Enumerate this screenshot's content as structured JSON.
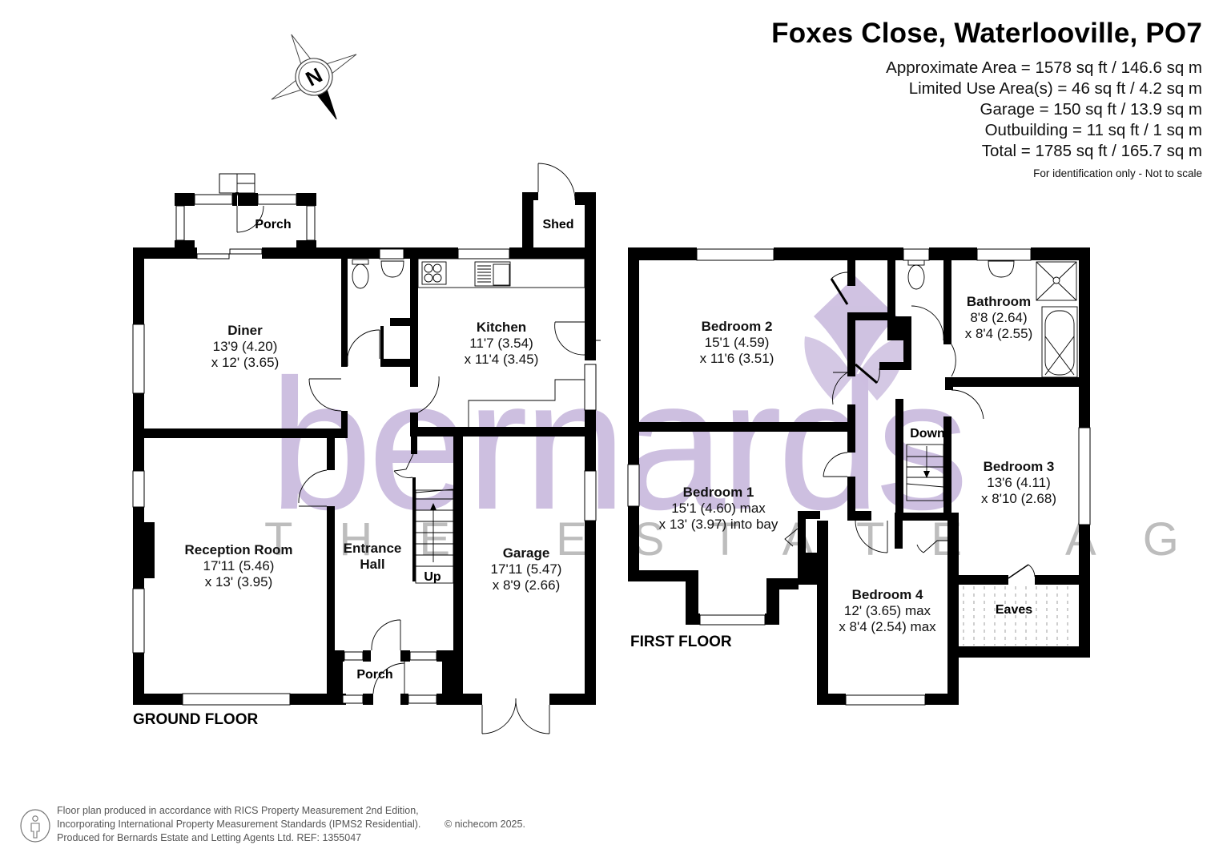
{
  "header": {
    "title": "Foxes Close, Waterlooville, PO7",
    "areas": [
      "Approximate Area = 1578 sq ft / 146.6 sq m",
      "Limited Use Area(s) = 46 sq ft / 4.2 sq m",
      "Garage = 150 sq ft / 13.9 sq m",
      "Outbuilding = 11 sq ft / 1 sq m",
      "Total = 1785 sq ft / 165.7 sq m"
    ],
    "note": "For identification only - Not to scale"
  },
  "compass": {
    "icon": "north-compass-icon",
    "label": "N"
  },
  "watermark": {
    "brand": "bernards",
    "tagline": "THE ESTATE AGENTS",
    "color": "#cdbfe0"
  },
  "ground_floor": {
    "label": "GROUND FLOOR",
    "rooms": {
      "porch_rear": {
        "name": "Porch"
      },
      "shed": {
        "name": "Shed"
      },
      "diner": {
        "name": "Diner",
        "dim1": "13'9 (4.20)",
        "dim2": "x 12' (3.65)"
      },
      "kitchen": {
        "name": "Kitchen",
        "dim1": "11'7 (3.54)",
        "dim2": "x 11'4 (3.45)"
      },
      "reception": {
        "name": "Reception Room",
        "dim1": "17'11 (5.46)",
        "dim2": "x 13' (3.95)"
      },
      "entrance_hall": {
        "name": "Entrance",
        "name2": "Hall"
      },
      "garage": {
        "name": "Garage",
        "dim1": "17'11 (5.47)",
        "dim2": "x 8'9 (2.66)"
      },
      "porch_front": {
        "name": "Porch"
      }
    },
    "stairs_label": "Up"
  },
  "first_floor": {
    "label": "FIRST FLOOR",
    "rooms": {
      "bedroom2": {
        "name": "Bedroom 2",
        "dim1": "15'1 (4.59)",
        "dim2": "x 11'6 (3.51)"
      },
      "bathroom": {
        "name": "Bathroom",
        "dim1": "8'8 (2.64)",
        "dim2": "x 8'4 (2.55)"
      },
      "bedroom1": {
        "name": "Bedroom 1",
        "dim1": "15'1 (4.60) max",
        "dim2": "x 13' (3.97) into bay"
      },
      "bedroom3": {
        "name": "Bedroom 3",
        "dim1": "13'6 (4.11)",
        "dim2": "x 8'10 (2.68)"
      },
      "bedroom4": {
        "name": "Bedroom 4",
        "dim1": "12' (3.65) max",
        "dim2": "x 8'4 (2.54) max"
      },
      "eaves": {
        "name": "Eaves"
      }
    },
    "stairs_label": "Down"
  },
  "footer": {
    "lines": [
      "Floor plan produced in accordance with RICS Property Measurement 2nd Edition,",
      "Incorporating International Property Measurement Standards (IPMS2 Residential).",
      "Produced for Bernards Estate and Letting Agents Ltd.   REF:  1355047"
    ],
    "copyright": "© nichecom 2025."
  }
}
